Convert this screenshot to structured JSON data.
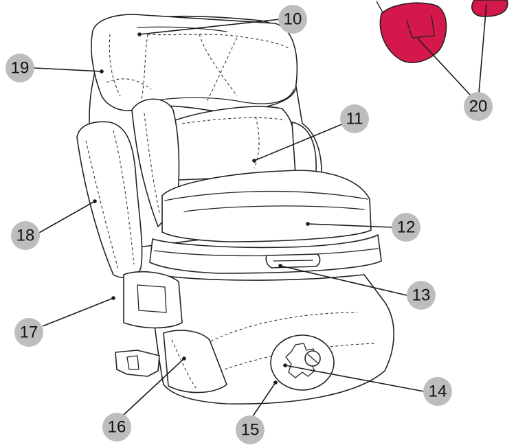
{
  "accent_color": "#d4184b",
  "callouts": [
    {
      "id": "callout-10",
      "label": "10"
    },
    {
      "id": "callout-11",
      "label": "11"
    },
    {
      "id": "callout-12",
      "label": "12"
    },
    {
      "id": "callout-13",
      "label": "13"
    },
    {
      "id": "callout-14",
      "label": "14"
    },
    {
      "id": "callout-15",
      "label": "15"
    },
    {
      "id": "callout-16",
      "label": "16"
    },
    {
      "id": "callout-17",
      "label": "17"
    },
    {
      "id": "callout-18",
      "label": "18"
    },
    {
      "id": "callout-19",
      "label": "19"
    },
    {
      "id": "callout-20",
      "label": "20"
    }
  ]
}
